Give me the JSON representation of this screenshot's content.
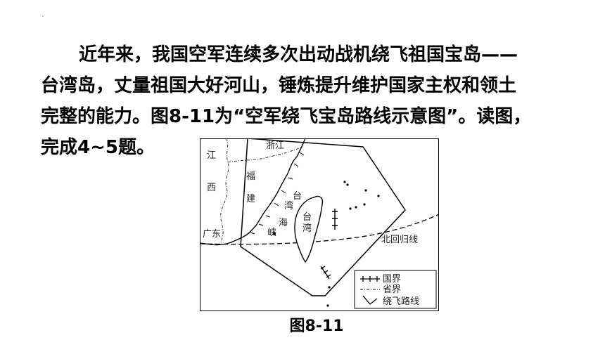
{
  "question": {
    "lines": [
      "近年来，我国空军连续多次出动战机绕飞祖国宝岛——",
      "台湾岛，丈量祖国大好河山，锤炼提升维护国家主权和领土",
      "完整的能力。图8-11为“空军绕飞宝岛路线示意图”。读图，",
      "完成4~5题。"
    ]
  },
  "map": {
    "labels": {
      "jiangxi_1": "江",
      "jiangxi_2": "西",
      "zhejiang": "浙江",
      "fujian_1": "福",
      "fujian_2": "建",
      "guangdong": "广东",
      "strait_1": "台",
      "strait_2": "湾",
      "strait_3": "海",
      "strait_4": "峡",
      "island_1": "台",
      "island_2": "湾",
      "tropic": "北回归线"
    },
    "legend": {
      "national_border": "国界",
      "provincial_border": "省界",
      "flight_route": "绕飞路线"
    }
  },
  "figure": {
    "caption": "图8-11"
  }
}
